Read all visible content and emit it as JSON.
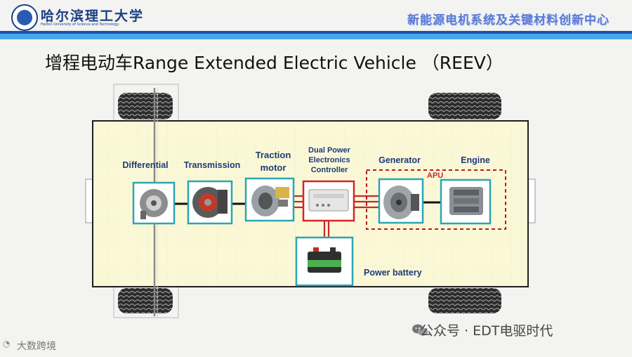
{
  "header": {
    "university_name": "哈尔滨理工大学",
    "university_subtitle": "Harbin University of Science and Technology",
    "center_title": "新能源电机系统及关键材料创新中心"
  },
  "slide": {
    "title": "增程电动车Range Extended Electric Vehicle （REEV）"
  },
  "diagram": {
    "components": {
      "differential": "Differential",
      "transmission": "Transmission",
      "traction_motor_line1": "Traction",
      "traction_motor_line2": "motor",
      "controller_line1": "Dual Power",
      "controller_line2": "Electronics",
      "controller_line3": "Controller",
      "generator": "Generator",
      "engine": "Engine",
      "apu": "APU",
      "power_battery": "Power battery"
    },
    "colors": {
      "chassis_fill": "#fbf8d8",
      "component_border": "#2aa7b3",
      "controller_border": "#d42626",
      "apu_border": "#b71c1c",
      "label_color": "#1c3a78"
    }
  },
  "watermarks": {
    "wechat": "公众号 · EDT电驱时代",
    "source": "大数跨境"
  }
}
